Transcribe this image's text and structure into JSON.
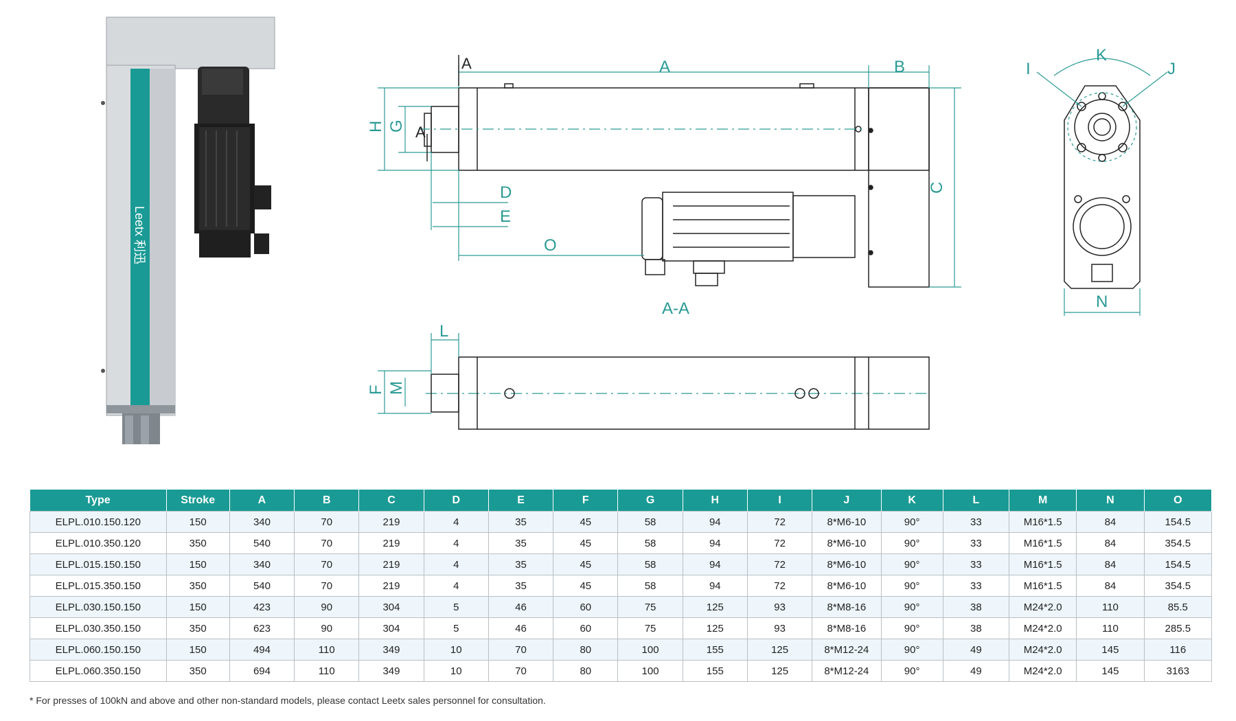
{
  "drawing": {
    "product_brand": "Leetx 利迅",
    "section_label": "A-A",
    "dim_labels": {
      "A": "A",
      "B": "B",
      "C": "C",
      "D": "D",
      "E": "E",
      "F": "F",
      "G": "G",
      "H": "H",
      "I": "I",
      "J": "J",
      "K": "K",
      "L": "L",
      "M": "M",
      "N": "N",
      "O": "O",
      "section_mark": "A"
    },
    "accent_color": "#1a9a94",
    "line_color": "#222222",
    "dim_color": "#2a9a95"
  },
  "table": {
    "columns": [
      "Type",
      "Stroke",
      "A",
      "B",
      "C",
      "D",
      "E",
      "F",
      "G",
      "H",
      "I",
      "J",
      "K",
      "L",
      "M",
      "N",
      "O"
    ],
    "rows": [
      [
        "ELPL.010.150.120",
        "150",
        "340",
        "70",
        "219",
        "4",
        "35",
        "45",
        "58",
        "94",
        "72",
        "8*M6-10",
        "90°",
        "33",
        "M16*1.5",
        "84",
        "154.5"
      ],
      [
        "ELPL.010.350.120",
        "350",
        "540",
        "70",
        "219",
        "4",
        "35",
        "45",
        "58",
        "94",
        "72",
        "8*M6-10",
        "90°",
        "33",
        "M16*1.5",
        "84",
        "354.5"
      ],
      [
        "ELPL.015.150.150",
        "150",
        "340",
        "70",
        "219",
        "4",
        "35",
        "45",
        "58",
        "94",
        "72",
        "8*M6-10",
        "90°",
        "33",
        "M16*1.5",
        "84",
        "154.5"
      ],
      [
        "ELPL.015.350.150",
        "350",
        "540",
        "70",
        "219",
        "4",
        "35",
        "45",
        "58",
        "94",
        "72",
        "8*M6-10",
        "90°",
        "33",
        "M16*1.5",
        "84",
        "354.5"
      ],
      [
        "ELPL.030.150.150",
        "150",
        "423",
        "90",
        "304",
        "5",
        "46",
        "60",
        "75",
        "125",
        "93",
        "8*M8-16",
        "90°",
        "38",
        "M24*2.0",
        "110",
        "85.5"
      ],
      [
        "ELPL.030.350.150",
        "350",
        "623",
        "90",
        "304",
        "5",
        "46",
        "60",
        "75",
        "125",
        "93",
        "8*M8-16",
        "90°",
        "38",
        "M24*2.0",
        "110",
        "285.5"
      ],
      [
        "ELPL.060.150.150",
        "150",
        "494",
        "110",
        "349",
        "10",
        "70",
        "80",
        "100",
        "155",
        "125",
        "8*M12-24",
        "90°",
        "49",
        "M24*2.0",
        "145",
        "116"
      ],
      [
        "ELPL.060.350.150",
        "350",
        "694",
        "110",
        "349",
        "10",
        "70",
        "80",
        "100",
        "155",
        "125",
        "8*M12-24",
        "90°",
        "49",
        "M24*2.0",
        "145",
        "3163"
      ]
    ]
  },
  "footnote": "* For presses of 100kN and above and other non-standard models, please contact Leetx sales personnel for consultation."
}
